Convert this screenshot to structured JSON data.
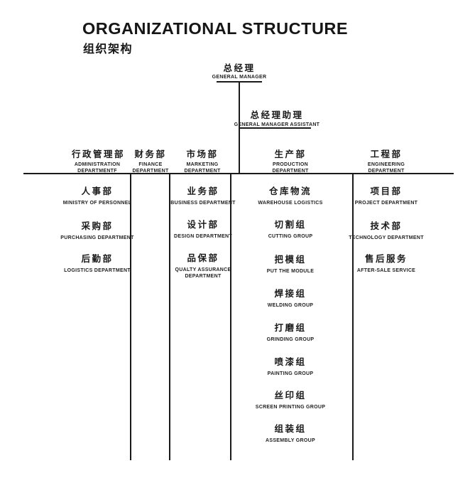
{
  "header": {
    "title": "ORGANIZATIONAL STRUCTURE",
    "subtitle": "组织架构"
  },
  "colors": {
    "text": "#1a1a1a",
    "line": "#1a1a1a",
    "background": "#ffffff"
  },
  "org": {
    "general_manager": {
      "zh": "总经理",
      "en": "GENERAL MANAGER"
    },
    "assistant": {
      "zh": "总经理助理",
      "en": "GENERAL MANAGER ASSISTANT"
    },
    "departments": [
      {
        "zh": "行政管理部",
        "en": "ADMINISTRATION DEPARTMENTF",
        "children": [
          {
            "zh": "人事部",
            "en": "MINISTRY OF PERSONNEL"
          },
          {
            "zh": "采购部",
            "en": "PURCHASING DEPARTMENT"
          },
          {
            "zh": "后勤部",
            "en": "LOGISTICS DEPARTMENT"
          }
        ]
      },
      {
        "zh": "财务部",
        "en": "FINANCE DEPARTMENT",
        "children": []
      },
      {
        "zh": "市场部",
        "en": "MARKETING DEPARTMENT",
        "children": [
          {
            "zh": "业务部",
            "en": "BUSINESS DEPARTMENT"
          },
          {
            "zh": "设计部",
            "en": "DESIGN DEPARTMENT"
          },
          {
            "zh": "品保部",
            "en": "QUALTY ASSURANCE DEPARTMENT"
          }
        ]
      },
      {
        "zh": "生产部",
        "en": "PRODUCTION DEPARTMENT",
        "children": [
          {
            "zh": "仓库物流",
            "en": "WAREHOUSE LOGISTICS"
          },
          {
            "zh": "切割组",
            "en": "CUTTING GROUP"
          },
          {
            "zh": "把模组",
            "en": "PUT THE MODULE"
          },
          {
            "zh": "焊接组",
            "en": "WELDING GROUP"
          },
          {
            "zh": "打磨组",
            "en": "GRINDING GROUP"
          },
          {
            "zh": "喷漆组",
            "en": "PAINTING GROUP"
          },
          {
            "zh": "丝印组",
            "en": "SCREEN PRINTING GROUP"
          },
          {
            "zh": "组装组",
            "en": "ASSEMBLY GROUP"
          }
        ]
      },
      {
        "zh": "工程部",
        "en": "ENGINEERING DEPARTMENT",
        "children": [
          {
            "zh": "项目部",
            "en": "PROJECT DEPARTMENT"
          },
          {
            "zh": "技术部",
            "en": "TECHNOLOGY DEPARTMENT"
          },
          {
            "zh": "售后服务",
            "en": "AFTER-SALE SERVICE"
          }
        ]
      }
    ]
  }
}
